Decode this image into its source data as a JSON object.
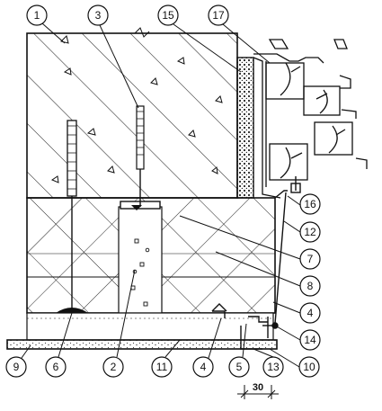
{
  "callouts": {
    "top": [
      "1",
      "3",
      "15",
      "17"
    ],
    "right": [
      "16",
      "12",
      "7",
      "8",
      "4",
      "14",
      "10",
      "13"
    ],
    "bottom": [
      "9",
      "6",
      "2",
      "11",
      "4",
      "5"
    ]
  },
  "dimension": {
    "label": "30"
  },
  "colors": {
    "ink": "#111111",
    "paper": "#ffffff",
    "hatch": "#222222"
  }
}
